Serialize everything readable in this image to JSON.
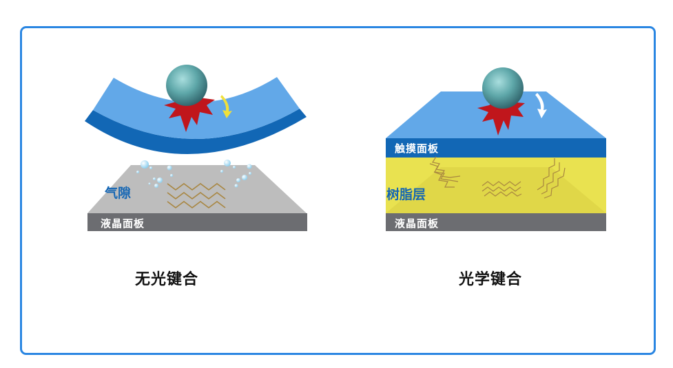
{
  "left_diagram": {
    "title": "无光键合",
    "air_gap_label": "气隙",
    "lcd_label": "液晶面板"
  },
  "right_diagram": {
    "title": "光学键合",
    "touch_label": "触摸面板",
    "resin_label": "树脂层",
    "lcd_label": "液晶面板"
  },
  "colors": {
    "frame": "#2a86e2",
    "touch_light": "#62a8e8",
    "touch_dark": "#1267b5",
    "lcd_top": "#bdbdbd",
    "lcd_front": "#6c6d71",
    "resin": "#e8e24e",
    "impact": "#c0161c",
    "ball": "#5fa8a8"
  }
}
